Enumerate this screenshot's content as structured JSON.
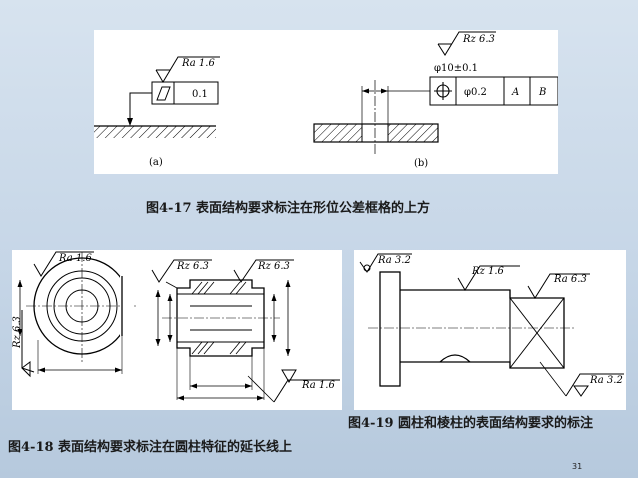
{
  "fig17": {
    "a": {
      "ra_label": "Ra 1.6",
      "tolerance_value": "0.1",
      "sublabel": "(a)"
    },
    "b": {
      "rz_label": "Rz 6.3",
      "dimension": "φ10±0.1",
      "tolerance_value": "φ0.2",
      "datum_a": "A",
      "datum_b": "B",
      "sublabel": "(b)"
    },
    "caption": "图4-17 表面结构要求标注在形位公差框格的上方"
  },
  "fig18": {
    "ra_top": "Ra 1.6",
    "rz_side": "Rz 6.3",
    "rz_left": "Rz 6.3",
    "rz_right": "Rz 6.3",
    "ra_bottom": "Ra 1.6",
    "caption": "图4-18 表面结构要求标注在圆柱特征的延长线上"
  },
  "fig19": {
    "ra_left": "Ra 3.2",
    "rz_mid": "Rz 1.6",
    "ra_right": "Ra 6.3",
    "ra_bottom": "Ra 3.2",
    "caption": "图4-19 圆柱和棱柱的表面结构要求的标注"
  },
  "page_number": "31"
}
